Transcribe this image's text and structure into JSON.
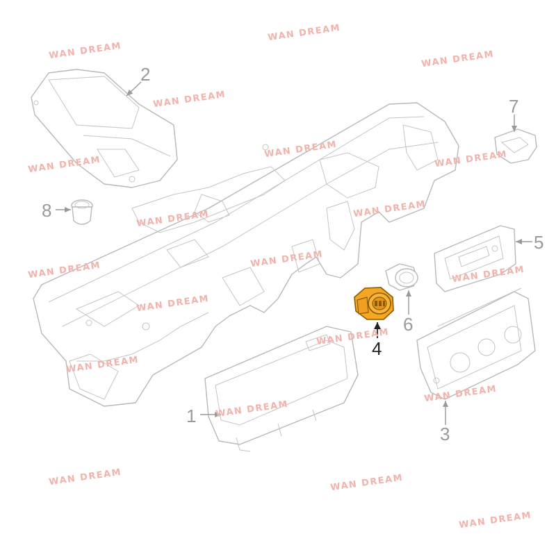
{
  "watermark": {
    "text": "WAN DREAM",
    "color": "#f2b3ac"
  },
  "callouts": [
    {
      "label": "1",
      "part": "instrument-cluster"
    },
    {
      "label": "2",
      "part": "head-up-display"
    },
    {
      "label": "3",
      "part": "climate-control-panel"
    },
    {
      "label": "4",
      "part": "usb-charging-socket",
      "highlighted": true
    },
    {
      "label": "5",
      "part": "switch-panel"
    },
    {
      "label": "6",
      "part": "round-socket-bezel"
    },
    {
      "label": "7",
      "part": "small-bracket-connector"
    },
    {
      "label": "8",
      "part": "push-button-switch"
    }
  ],
  "colors": {
    "outline": "#b8b8b8",
    "highlight": "#f5a623",
    "highlight_stroke": "#8a5a00",
    "callout_text": "#9a9a9a",
    "active_callout": "#222222"
  }
}
